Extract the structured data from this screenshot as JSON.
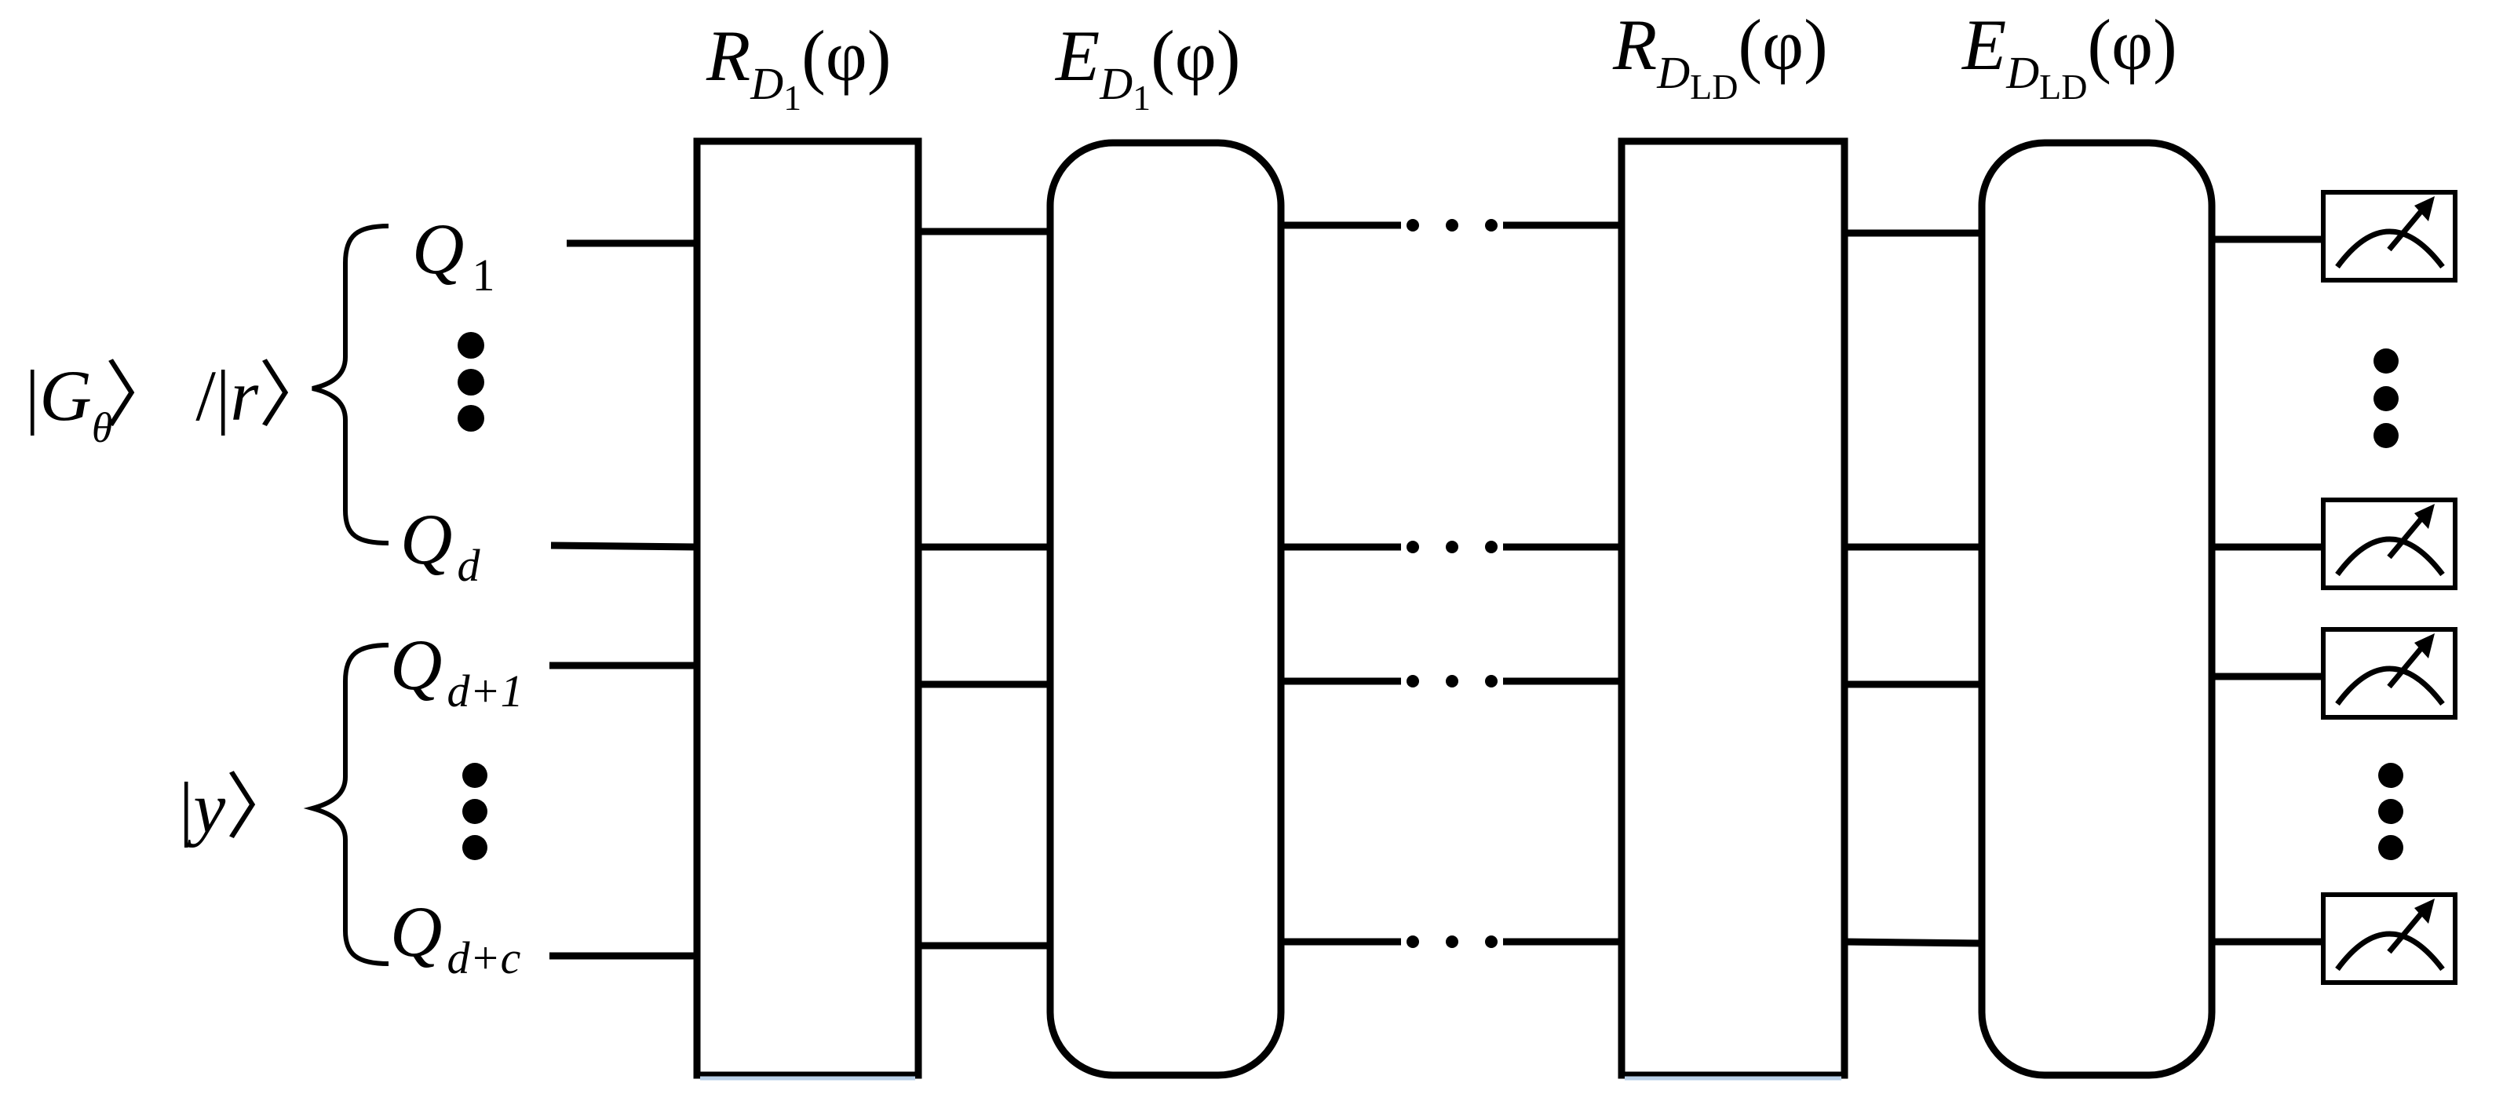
{
  "gates": [
    {
      "id": "r-d1",
      "main": "R",
      "sub": "D",
      "subsub": "1",
      "arg": "(φ)"
    },
    {
      "id": "e-d1",
      "main": "E",
      "sub": "D",
      "subsub": "1",
      "arg": "(φ)"
    },
    {
      "id": "r-dld",
      "main": "R",
      "sub": "D",
      "subsub": "LD",
      "arg": "(φ)"
    },
    {
      "id": "e-dld",
      "main": "E",
      "sub": "D",
      "subsub": "LD",
      "arg": "(φ)"
    }
  ],
  "qubits": [
    {
      "main": "Q",
      "sub": "1"
    },
    {
      "main": "Q",
      "sub": "d"
    },
    {
      "main": "Q",
      "sub": "d+1"
    },
    {
      "main": "Q",
      "sub": "d+c"
    }
  ],
  "registers": {
    "top": {
      "bar": "|",
      "g": "G",
      "g_sub": "θ",
      "angle": "〉",
      "sep": "/",
      "r": "r"
    },
    "bottom": {
      "bar": "|",
      "y": "y",
      "angle": "〉"
    }
  },
  "colors": {
    "line": "#000000",
    "box_edge": "#b9d0e8"
  }
}
